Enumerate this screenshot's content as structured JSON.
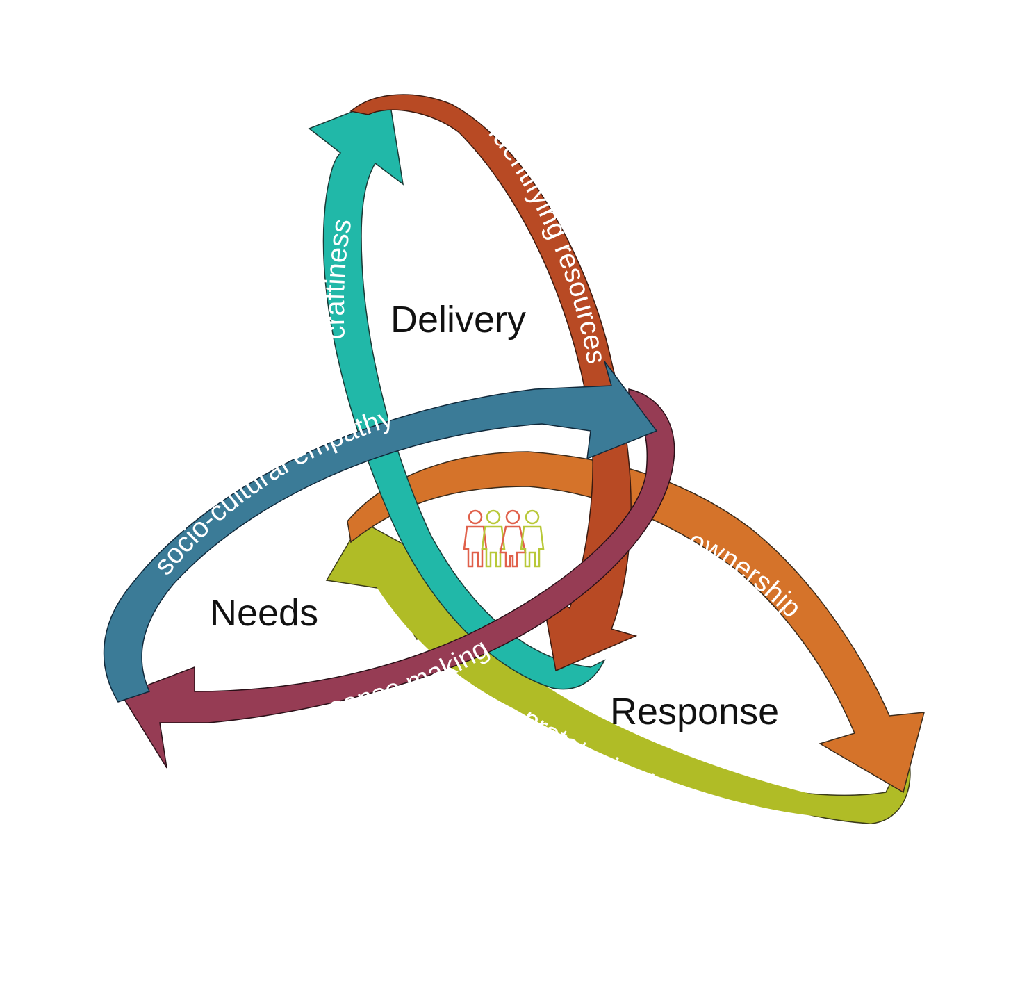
{
  "areas": {
    "delivery": "Delivery",
    "needs": "Needs",
    "response": "Response"
  },
  "arrows": {
    "craftiness": "craftiness",
    "identifying_resources": "identifying resources",
    "socio_cultural_empathy": "socio-cultural empathy",
    "sense_making": "sense making",
    "ownership": "ownership",
    "prototyping_doing": "prototyping/doing"
  },
  "colors": {
    "craftiness": "#21b8a8",
    "identifying_resources": "#b84a24",
    "socio_cultural_empathy": "#3b7b97",
    "sense_making": "#963c54",
    "ownership": "#d5732a",
    "prototyping_doing": "#b0bc26",
    "people_icon_red": "#e0604a",
    "people_icon_green": "#b8c838"
  },
  "icons": {
    "center": "people-group-icon"
  }
}
